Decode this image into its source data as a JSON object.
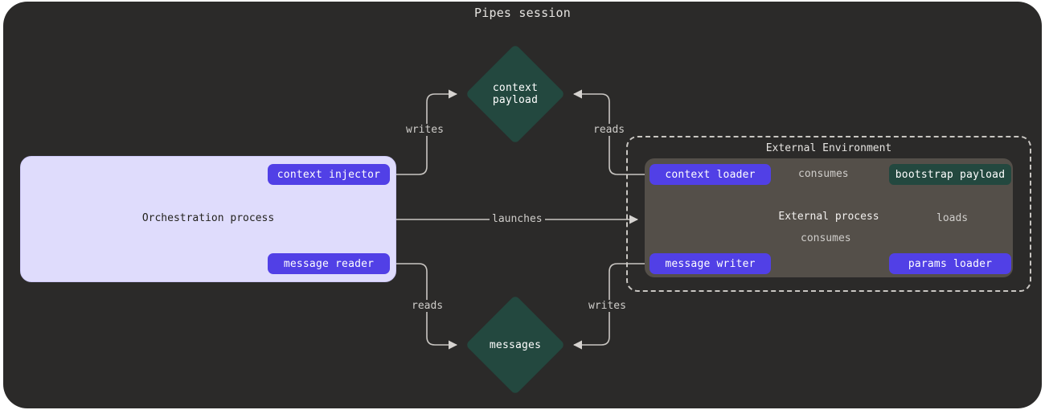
{
  "title": "Pipes session",
  "theme": {
    "page_background": "#ffffff",
    "card_background": "#2b2a29",
    "orchestration_fill": "#dfdcfc",
    "external_process_fill": "#544f49",
    "node_purple": "#5140e6",
    "node_teal": "#23483f",
    "edge_stroke": "#c9c6c2",
    "text_light": "#e6e4e1",
    "text_dark": "#24231f"
  },
  "clusters": {
    "orchestration": {
      "label": "Orchestration process"
    },
    "external_environment": {
      "label": "External Environment"
    },
    "external_process": {
      "label": "External process"
    }
  },
  "nodes": {
    "context_injector": {
      "label": "context injector",
      "shape": "rounded-rect",
      "color": "#5140e6"
    },
    "message_reader": {
      "label": "message reader",
      "shape": "rounded-rect",
      "color": "#5140e6"
    },
    "context_payload": {
      "label_line1": "context",
      "label_line2": "payload",
      "shape": "diamond",
      "color": "#23483f"
    },
    "messages": {
      "label_line1": "messages",
      "label_line2": "",
      "shape": "diamond",
      "color": "#23483f"
    },
    "context_loader": {
      "label": "context loader",
      "shape": "rounded-rect",
      "color": "#5140e6"
    },
    "message_writer": {
      "label": "message writer",
      "shape": "rounded-rect",
      "color": "#5140e6"
    },
    "bootstrap_payload": {
      "label": "bootstrap payload",
      "shape": "rounded-rect",
      "color": "#23483f"
    },
    "params_loader": {
      "label": "params loader",
      "shape": "rounded-rect",
      "color": "#5140e6"
    }
  },
  "edges": [
    {
      "id": "writes_context",
      "label": "writes",
      "from": "context_injector",
      "to": "context_payload"
    },
    {
      "id": "reads_context",
      "label": "reads",
      "from": "context_loader",
      "to": "context_payload"
    },
    {
      "id": "launches",
      "label": "launches",
      "from": "orchestration",
      "to": "external_process"
    },
    {
      "id": "reads_messages",
      "label": "reads",
      "from": "message_reader",
      "to": "messages"
    },
    {
      "id": "writes_messages",
      "label": "writes",
      "from": "message_writer",
      "to": "messages"
    },
    {
      "id": "consumes_context_loader",
      "label": "consumes",
      "from": "context_loader",
      "to": "bootstrap_payload"
    },
    {
      "id": "consumes_message_writer",
      "label": "consumes",
      "from": "message_writer",
      "to": "bootstrap_payload"
    },
    {
      "id": "loads_params",
      "label": "loads",
      "from": "params_loader",
      "to": "bootstrap_payload"
    }
  ]
}
